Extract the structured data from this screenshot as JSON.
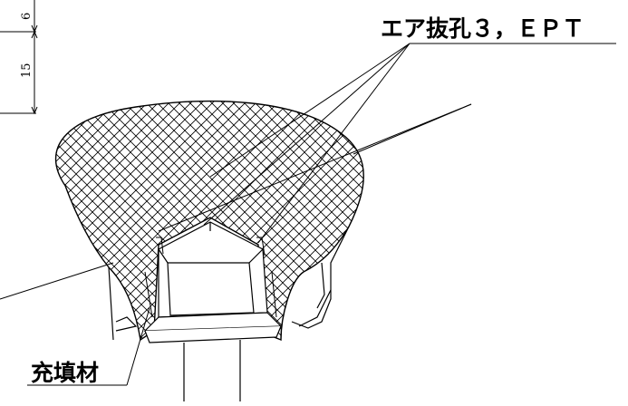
{
  "dimensions": {
    "top_value": "6",
    "lower_value": "15"
  },
  "labels": {
    "air_hole": "エア抜孔３，ＥＰＴ",
    "filler": "充填材"
  },
  "colors": {
    "line": "#000000",
    "background": "#ffffff"
  }
}
